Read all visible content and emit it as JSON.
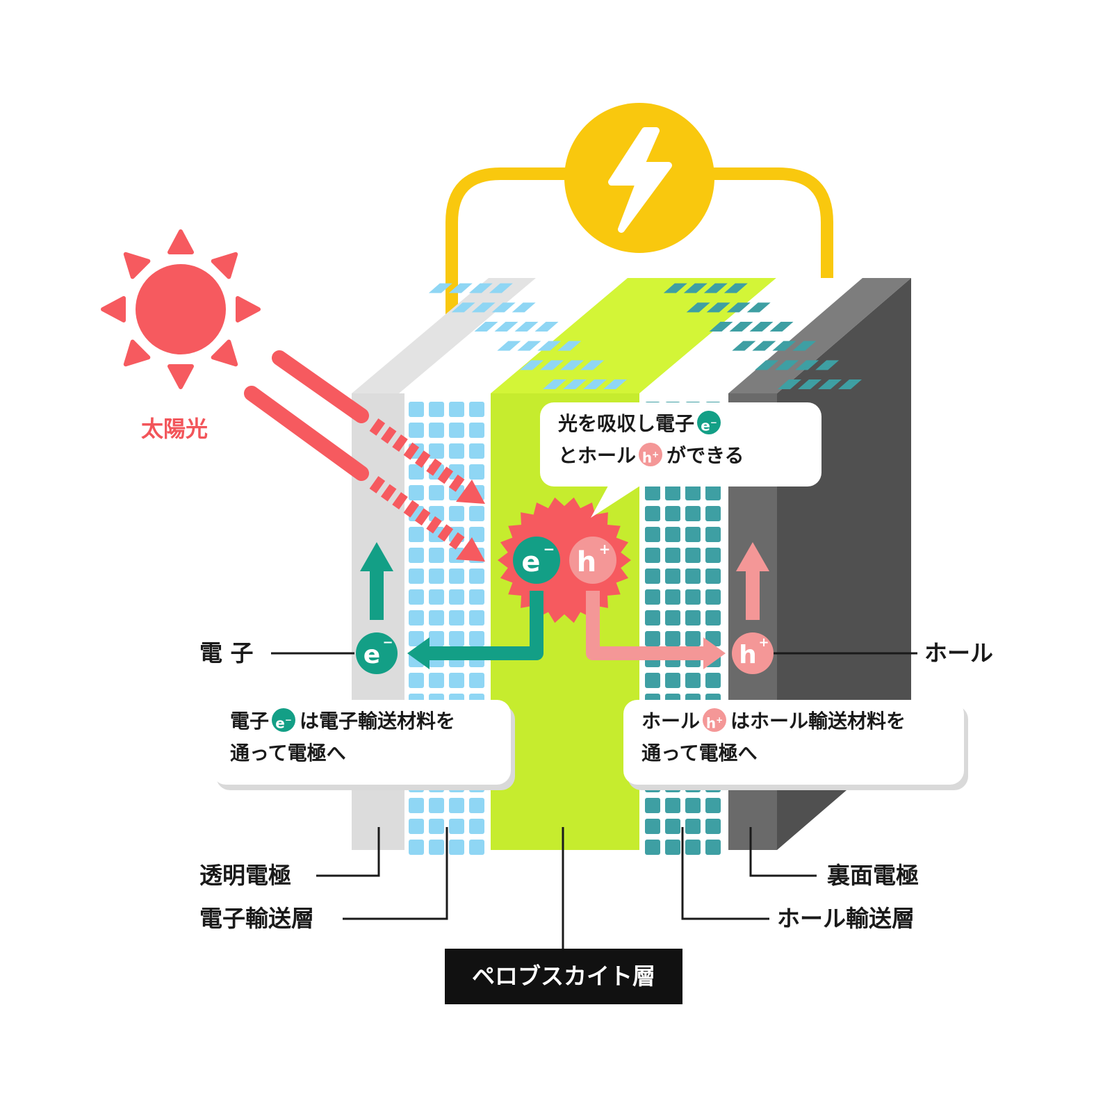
{
  "colors": {
    "sun": "#f65a5f",
    "power": "#f9c80e",
    "perovskite_front": "#c6ec2e",
    "perovskite_top": "#d2f437",
    "electron_transport": "#8fd6f4",
    "hole_transport": "#3e9fa3",
    "transparent_electrode": "#dcdcdc",
    "back_electrode": "#5a5a5a",
    "electron": "#139f86",
    "hole": "#f49797"
  },
  "labels": {
    "sunlight": "太陽光",
    "electron": "電 子",
    "hole": "ホール",
    "transparent_electrode": "透明電極",
    "electron_transport_layer": "電子輸送層",
    "perovskite_layer": "ペロブスカイト層",
    "back_electrode": "裏面電極",
    "hole_transport_layer": "ホール輸送層"
  },
  "symbols": {
    "electron": "e",
    "electron_sign": "−",
    "hole": "h",
    "hole_sign": "+"
  },
  "bubbles": {
    "absorb_line1": "光を吸収し電子",
    "absorb_line2a": "とホール",
    "absorb_line2b": "ができる",
    "electron_line1a": "電子",
    "electron_line1b": "は電子輸送材料を",
    "electron_line2": "通って電極へ",
    "hole_line1a": "ホール",
    "hole_line1b": "はホール輸送材料を",
    "hole_line2": "通って電極へ"
  }
}
